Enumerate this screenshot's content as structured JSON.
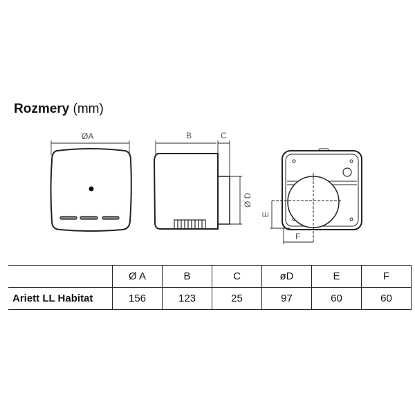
{
  "title": {
    "bold": "Rozmery",
    "unit": "(mm)"
  },
  "drawing": {
    "label_a": "ØA",
    "label_b": "B",
    "label_c": "C",
    "label_d": "Ø D",
    "label_e": "E",
    "label_f": "F"
  },
  "table": {
    "headers": [
      "",
      "Ø A",
      "B",
      "C",
      "øD",
      "E",
      "F"
    ],
    "rows": [
      {
        "name": "Ariett LL Habitat",
        "values": [
          "156",
          "123",
          "25",
          "97",
          "60",
          "60"
        ]
      }
    ]
  }
}
